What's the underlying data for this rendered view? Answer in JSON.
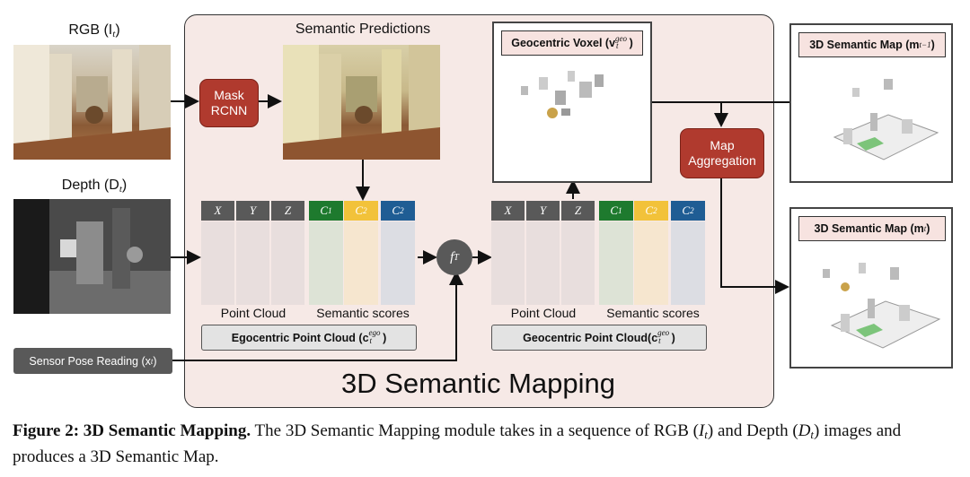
{
  "inputs": {
    "rgb_label": "RGB (I",
    "rgb_sub": "t",
    "depth_label": "Depth (D",
    "depth_sub": "t",
    "sensor_pose": "Sensor Pose Reading (x",
    "sensor_pose_sub": "t"
  },
  "mask_rcnn": "Mask RCNN",
  "semantic_predictions": "Semantic Predictions",
  "ego_table": {
    "headers": [
      "X",
      "Y",
      "Z",
      "C1",
      "C2",
      "C2"
    ],
    "point_cloud_label": "Point Cloud",
    "semantic_scores_label": "Semantic scores",
    "title": "Egocentric Point Cloud (c",
    "title_sup": "ego",
    "title_sub": "t"
  },
  "fT": "f",
  "fT_sub": "T",
  "geo_table": {
    "headers": [
      "X",
      "Y",
      "Z",
      "C1",
      "C2",
      "C2"
    ],
    "point_cloud_label": "Point Cloud",
    "semantic_scores_label": "Semantic scores",
    "title": "Geocentric Point Cloud(c",
    "title_sup": "geo",
    "title_sub": "t"
  },
  "geo_voxel": {
    "title": "Geocentric Voxel (v",
    "title_sup": "geo",
    "title_sub": "t"
  },
  "map_aggregation": "Map Aggregation",
  "map_prev": {
    "title": "3D Semantic Map (m",
    "sub": "t−1"
  },
  "map_curr": {
    "title": "3D Semantic Map (m",
    "sub": "t"
  },
  "module_title": "3D Semantic Mapping",
  "caption": {
    "label": "Figure 2: 3D Semantic Mapping.",
    "text_1": " The 3D Semantic Mapping module takes in a sequence of RGB (",
    "var_1": "I",
    "var_1_sub": "t",
    "text_2": ") and Depth (",
    "var_2": "D",
    "var_2_sub": "t",
    "text_3": ") images and produces a 3D Semantic Map."
  },
  "colors": {
    "panel_bg": "#f6e9e6",
    "red": "#b03a2e",
    "header_gray": "#595959",
    "c1_green": "#1e7a2e",
    "c2_yellow": "#f2c23a",
    "c2_blue": "#1f5d94",
    "pc_col": "#e8dedd",
    "green_col": "#dde3d6",
    "yellow_col": "#f6e6cf",
    "blue_col": "#dcdde3"
  }
}
